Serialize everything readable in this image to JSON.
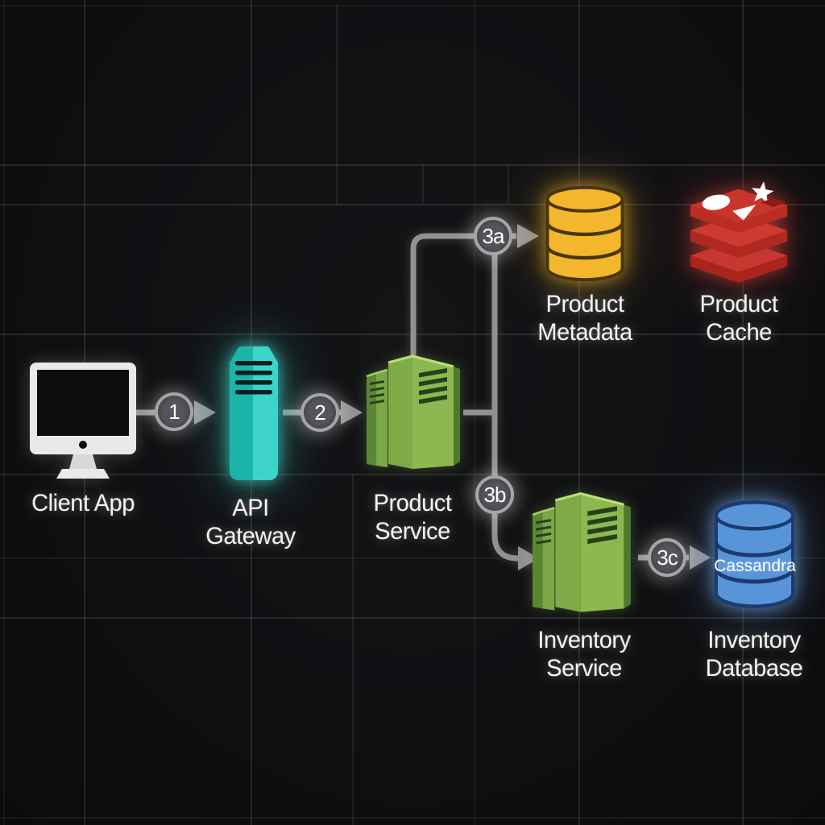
{
  "nodes": {
    "client_app": {
      "label": "Client App",
      "icon": "desktop-monitor-icon"
    },
    "api_gateway": {
      "label": "API\nGateway",
      "icon": "api-gateway-tower-icon"
    },
    "product_service": {
      "label": "Product\nService",
      "icon": "server-tower-icon"
    },
    "product_metadata": {
      "label": "Product\nMetadata",
      "icon": "database-cylinder-icon"
    },
    "product_cache": {
      "label": "Product\nCache",
      "icon": "redis-cache-icon"
    },
    "inventory_service": {
      "label": "Inventory\nService",
      "icon": "server-tower-icon"
    },
    "inventory_database": {
      "label": "Inventory\nDatabase",
      "engine_label": "Cassandra",
      "icon": "database-cylinder-icon"
    }
  },
  "step_badges": [
    {
      "label": "1"
    },
    {
      "label": "2"
    },
    {
      "label": "3a"
    },
    {
      "label": "3b"
    },
    {
      "label": "3c"
    }
  ],
  "colors": {
    "connector": "#919194",
    "badge-fill": "#55555a",
    "badge-ring": "#a5a5a8",
    "label-text": "#f4f4f4",
    "api-gateway-teal": "#1cb3a9",
    "api-gateway-teal-light": "#3ed3c8",
    "service-green": "#8cb851",
    "service-green-dark": "#5b8734",
    "metadata-yellow": "#f4b62c",
    "cache-red": "#c9342b",
    "database-blue": "#5794d8"
  }
}
